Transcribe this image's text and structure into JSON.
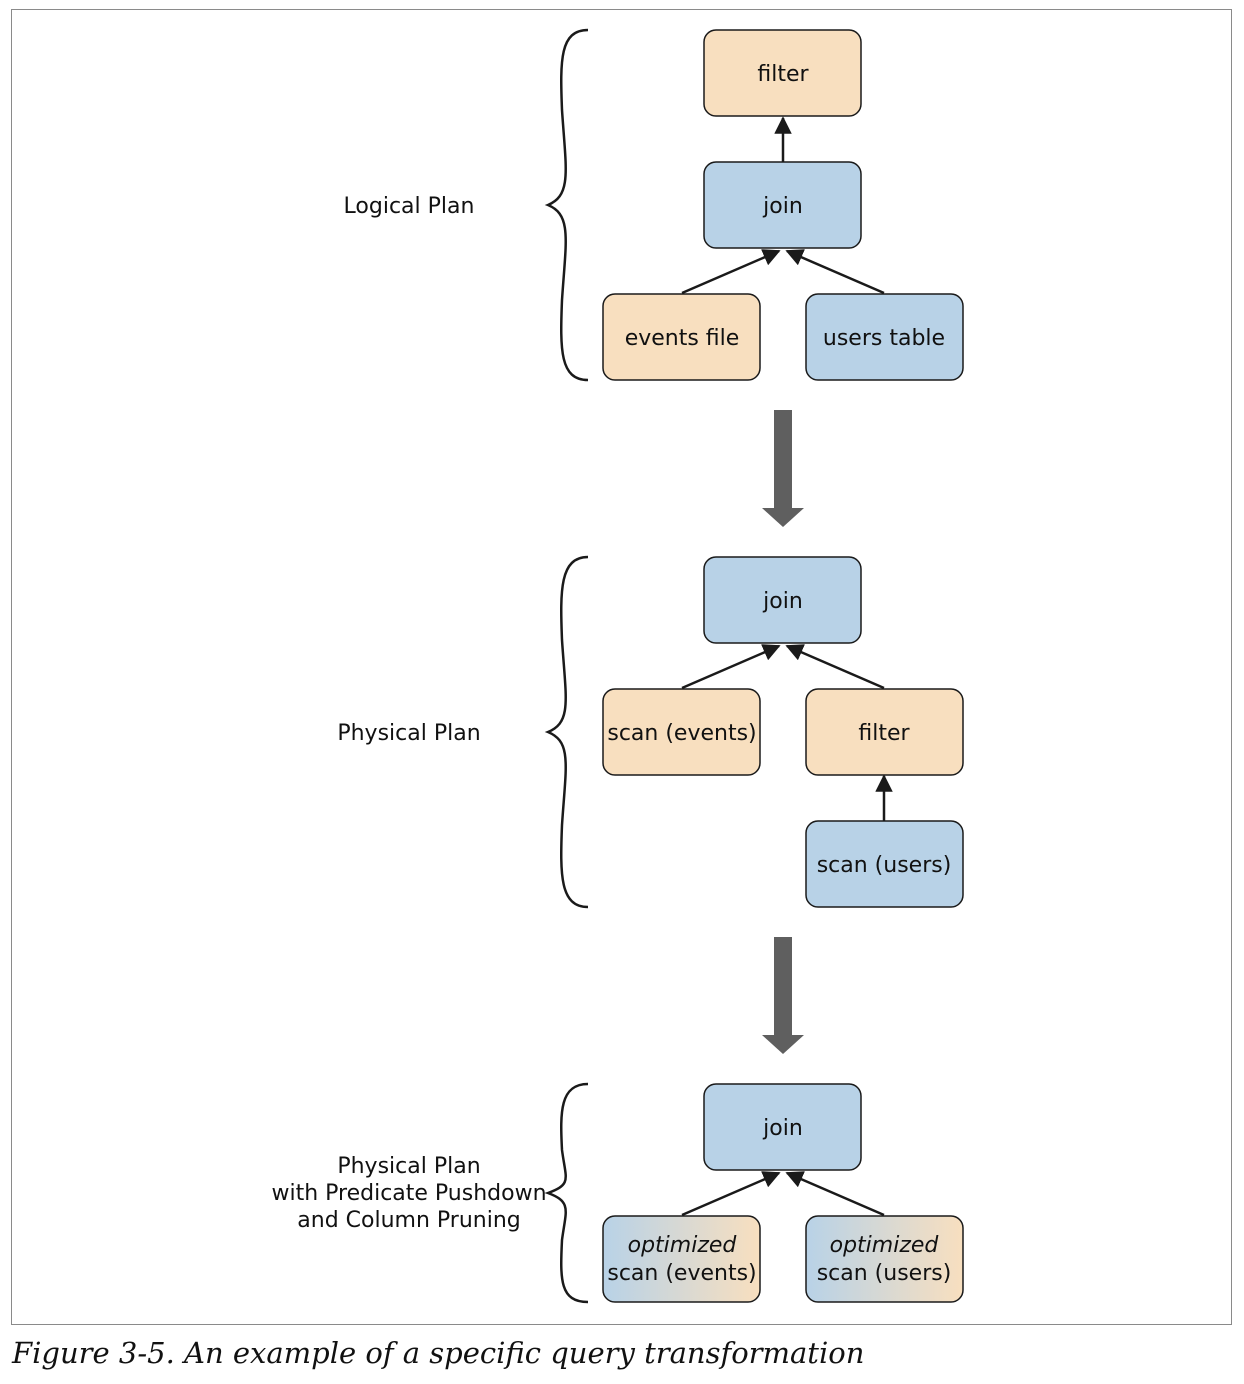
{
  "colors": {
    "orange": "#f8dfbf",
    "blue": "#b8d2e7",
    "stroke": "#1a1a1a",
    "big_arrow": "#5f5f5f"
  },
  "logical": {
    "label": "Logical Plan",
    "filter": "filter",
    "join": "join",
    "events": "events file",
    "users": "users table"
  },
  "physical": {
    "label": "Physical Plan",
    "join": "join",
    "scan_events": "scan (events)",
    "filter": "filter",
    "scan_users": "scan (users)"
  },
  "optimized": {
    "label_line1": "Physical Plan",
    "label_line2": "with Predicate Pushdown",
    "label_line3": "and Column Pruning",
    "join": "join",
    "events_line1": "optimized",
    "events_line2": "scan (events)",
    "users_line1": "optimized",
    "users_line2": "scan (users)"
  },
  "caption": "Figure 3-5. An example of a specific query transformation"
}
